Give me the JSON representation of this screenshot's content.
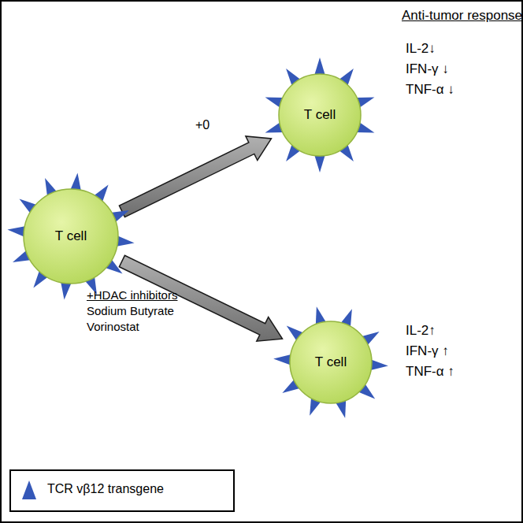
{
  "diagram": {
    "nodes": [
      {
        "text": [
          "T cell"
        ]
      },
      {
        "text": [
          "T cell"
        ]
      },
      {
        "text": [
          "T cell"
        ]
      }
    ],
    "edges": [
      {
        "from": 0,
        "to": 1,
        "arrow": "to",
        "label": "+0"
      },
      {
        "from": 0,
        "to": 2,
        "arrow": "to"
      }
    ],
    "labels": [
      "Anti-tumor response",
      "IL-2↓",
      "IFN-γ ↓",
      "TNF-α ↓",
      "+HDAC inhibitors",
      "Sodium Butyrate",
      "Vorinostat",
      "IL-2↑",
      "IFN-γ ↑",
      "TNF-α ↑"
    ],
    "legend": [
      {
        "text": "TCR vβ12 transgene"
      }
    ]
  }
}
